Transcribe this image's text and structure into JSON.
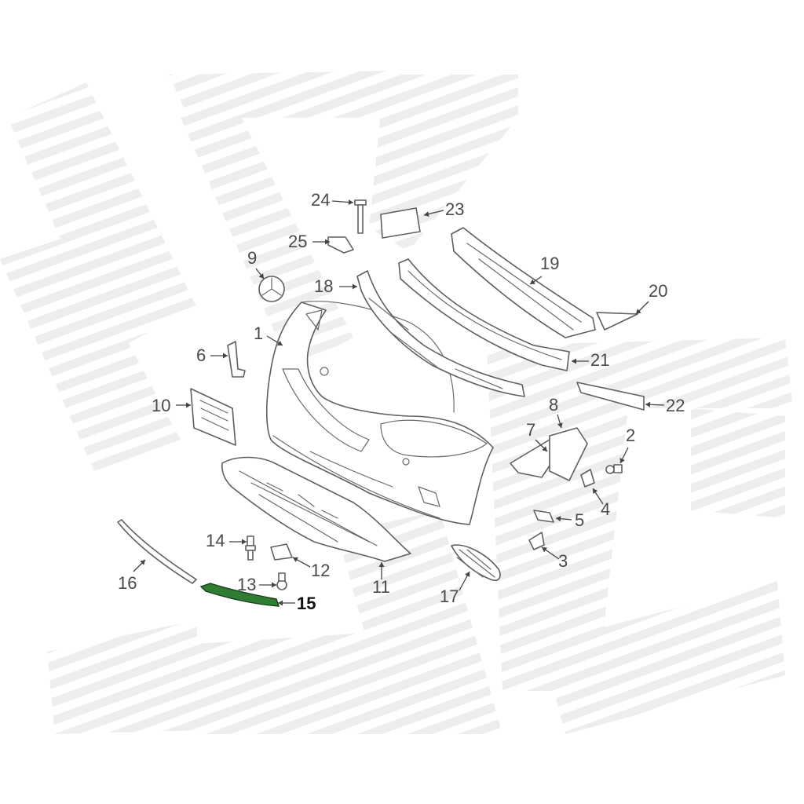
{
  "diagram": {
    "highlight_color": "#2e7d32",
    "watermark_color": "#ececec",
    "callouts": [
      {
        "id": "1",
        "label": "1"
      },
      {
        "id": "2",
        "label": "2"
      },
      {
        "id": "3",
        "label": "3"
      },
      {
        "id": "4",
        "label": "4"
      },
      {
        "id": "5",
        "label": "5"
      },
      {
        "id": "6",
        "label": "6"
      },
      {
        "id": "7",
        "label": "7"
      },
      {
        "id": "8",
        "label": "8"
      },
      {
        "id": "9",
        "label": "9"
      },
      {
        "id": "10",
        "label": "10"
      },
      {
        "id": "11",
        "label": "11"
      },
      {
        "id": "12",
        "label": "12"
      },
      {
        "id": "13",
        "label": "13"
      },
      {
        "id": "14",
        "label": "14"
      },
      {
        "id": "15",
        "label": "15",
        "highlighted": true
      },
      {
        "id": "16",
        "label": "16"
      },
      {
        "id": "17",
        "label": "17"
      },
      {
        "id": "18",
        "label": "18"
      },
      {
        "id": "19",
        "label": "19"
      },
      {
        "id": "20",
        "label": "20"
      },
      {
        "id": "21",
        "label": "21"
      },
      {
        "id": "22",
        "label": "22"
      },
      {
        "id": "23",
        "label": "23"
      },
      {
        "id": "24",
        "label": "24"
      },
      {
        "id": "25",
        "label": "25"
      }
    ]
  }
}
